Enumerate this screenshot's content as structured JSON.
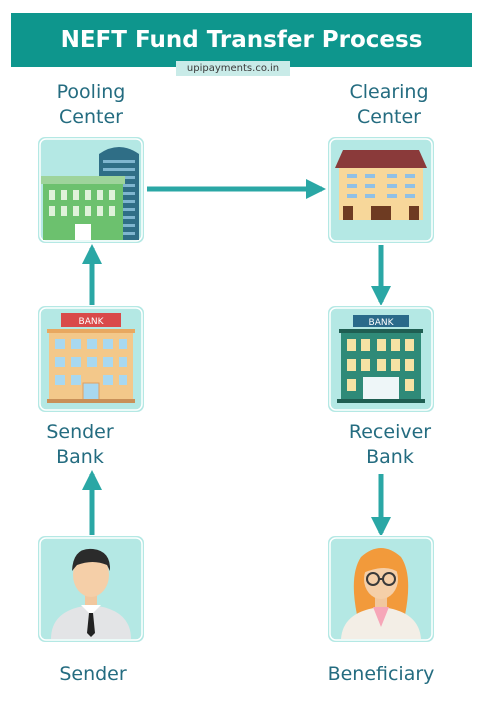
{
  "header": {
    "title": "NEFT Fund Transfer Process",
    "watermark": "upipayments.co.in"
  },
  "nodes": {
    "pooling_center": {
      "line1": "Pooling",
      "line2": "Center"
    },
    "clearing_center": {
      "line1": "Clearing",
      "line2": "Center"
    },
    "sender_bank": {
      "line1": "Sender",
      "line2": "Bank",
      "sign": "BANK"
    },
    "receiver_bank": {
      "line1": "Receiver",
      "line2": "Bank",
      "sign": "BANK"
    },
    "sender": {
      "label": "Sender"
    },
    "beneficiary": {
      "label": "Beneficiary"
    }
  },
  "colors": {
    "header_bg": "#0e968d",
    "arrow": "#2aa7a5",
    "tile_bg": "#b4e8e4",
    "label_text": "#246c80"
  }
}
